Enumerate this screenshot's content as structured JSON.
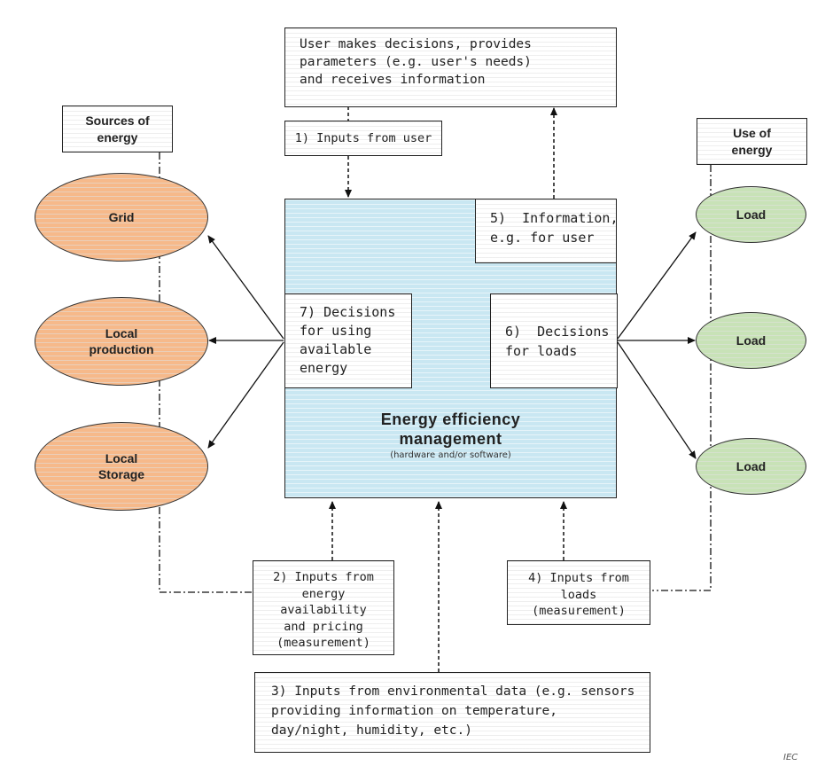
{
  "user_box": {
    "lines": [
      "User makes decisions, provides",
      "parameters (e.g. user's needs)",
      "and receives information"
    ]
  },
  "sources_header": {
    "lines": [
      "Sources of",
      "energy"
    ]
  },
  "use_header": {
    "lines": [
      "Use of",
      "energy"
    ]
  },
  "sources": [
    {
      "lines": [
        "Grid"
      ]
    },
    {
      "lines": [
        "Local",
        "production"
      ]
    },
    {
      "lines": [
        "Local",
        "Storage"
      ]
    }
  ],
  "loads": [
    {
      "label": "Load"
    },
    {
      "label": "Load"
    },
    {
      "label": "Load"
    }
  ],
  "inputs_from_user": "1) Inputs from user",
  "information_box": {
    "lines": [
      "5)  Information,",
      "e.g. for user"
    ]
  },
  "decisions_energy": {
    "lines": [
      "7) Decisions",
      "for using",
      "available",
      "energy"
    ]
  },
  "decisions_loads": {
    "lines": [
      "6)  Decisions",
      "for loads"
    ]
  },
  "eem": {
    "title_lines": [
      "Energy efficiency",
      "management"
    ],
    "subtitle": "(hardware and/or software)"
  },
  "inputs_energy": {
    "lines": [
      "2) Inputs from",
      "energy",
      "availability",
      "and pricing",
      "(measurement)"
    ]
  },
  "inputs_loads": {
    "lines": [
      "4) Inputs from",
      "loads",
      "(measurement)"
    ]
  },
  "inputs_env": {
    "lines": [
      "3) Inputs from environmental data (e.g. sensors",
      "providing information on temperature,",
      "day/night, humidity, etc.)"
    ]
  },
  "footer_mark": "IEC",
  "colors": {
    "source_fill": "#f6b98a",
    "load_fill": "#c8e2b7",
    "panel_fill": "#c9e7f2"
  }
}
